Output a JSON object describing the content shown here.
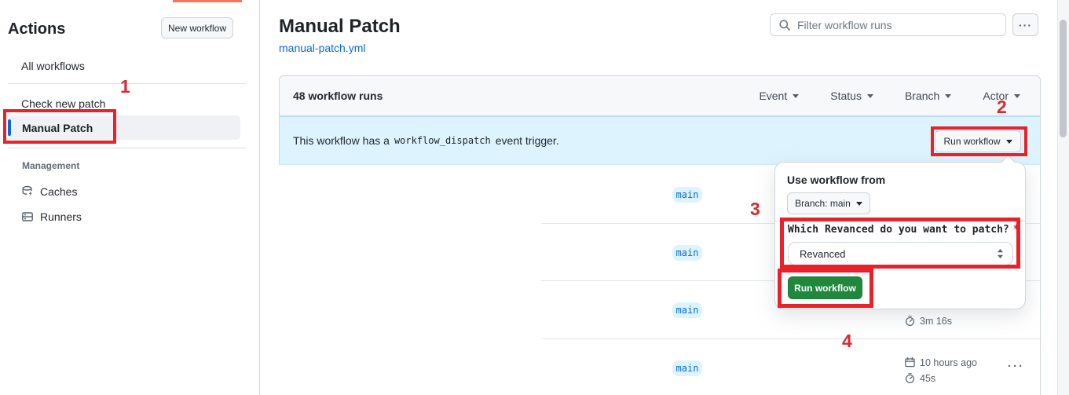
{
  "sidebar": {
    "title": "Actions",
    "new_workflow_button": "New workflow",
    "items": [
      {
        "label": "All workflows"
      },
      {
        "label": "Check new patch"
      },
      {
        "label": "Manual Patch"
      }
    ],
    "management": {
      "label": "Management",
      "items": [
        {
          "icon": "cache-icon",
          "label": "Caches"
        },
        {
          "icon": "runners-icon",
          "label": "Runners"
        }
      ]
    }
  },
  "page": {
    "title": "Manual Patch",
    "workflow_file": "manual-patch.yml"
  },
  "toolbar": {
    "search_placeholder": "Filter workflow runs",
    "kebab": "···"
  },
  "runs_panel": {
    "count": "48 workflow runs",
    "filters": [
      "Event",
      "Status",
      "Branch",
      "Actor"
    ],
    "banner": {
      "text_before": "This workflow has a",
      "code": "workflow_dispatch",
      "text_after": "event trigger."
    },
    "run_workflow_button": "Run workflow"
  },
  "popup": {
    "heading": "Use workflow from",
    "branch_selector": "Branch: main",
    "question": "Which Revanced do you want to patch?",
    "required_mark": "*",
    "select_value": "Revanced",
    "run_button": "Run workflow"
  },
  "runs": [
    {
      "branch": "main"
    },
    {
      "branch": "main"
    },
    {
      "branch": "main",
      "duration": "3m 16s"
    },
    {
      "branch": "main",
      "date": "10 hours ago",
      "duration": "45s",
      "kebab": "···"
    }
  ],
  "annotations": {
    "box_color": "#e8212b",
    "number_color": "#d62a30",
    "steps": [
      "1",
      "2",
      "3",
      "4"
    ]
  },
  "colors": {
    "accent_blue": "#0969da",
    "banner_bg": "#ddf4ff",
    "button_green": "#1f883d",
    "header_bg": "#f6f8fa",
    "border": "#d0d7de"
  }
}
